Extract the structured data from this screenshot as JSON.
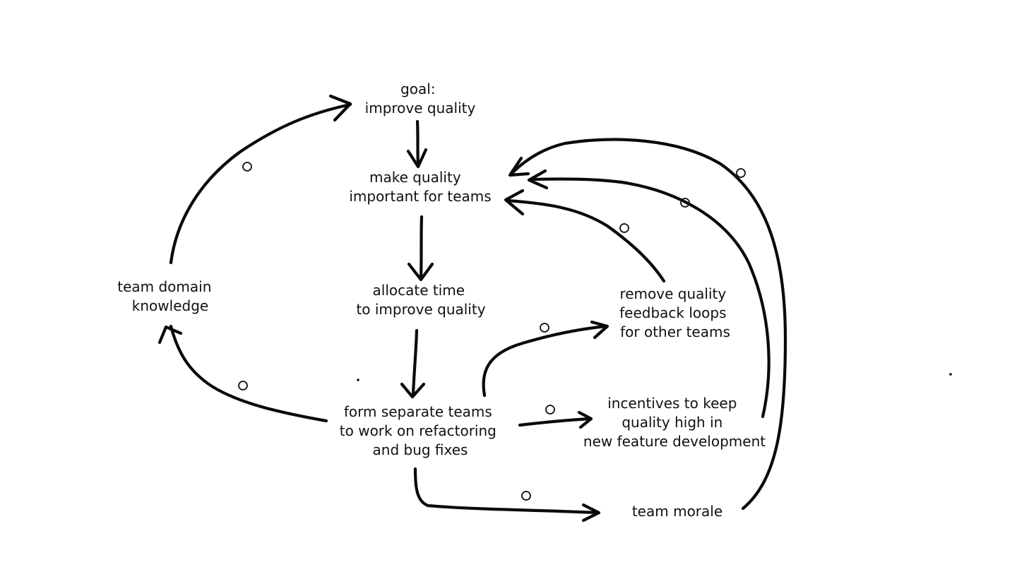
{
  "nodes": {
    "goal": {
      "lines": [
        "goal:",
        "improve quality"
      ]
    },
    "make_quality": {
      "lines": [
        "make quality",
        "important for teams"
      ]
    },
    "allocate_time": {
      "lines": [
        "allocate time",
        "to improve quality"
      ]
    },
    "form_teams": {
      "lines": [
        "form separate teams",
        "to work on refactoring",
        "and bug fixes"
      ]
    },
    "team_domain": {
      "lines": [
        "team domain",
        "knowledge"
      ]
    },
    "remove_feedback": {
      "lines": [
        "remove quality",
        "feedback loops",
        "for other teams"
      ]
    },
    "incentives": {
      "lines": [
        "incentives to keep",
        "quality high in",
        "new feature development"
      ]
    },
    "team_morale": {
      "lines": [
        "team morale"
      ]
    }
  },
  "edges": [
    {
      "id": "goal-to-make",
      "from": "goal",
      "to": "make_quality"
    },
    {
      "id": "make-to-allocate",
      "from": "make_quality",
      "to": "allocate_time"
    },
    {
      "id": "allocate-to-form",
      "from": "allocate_time",
      "to": "form_teams"
    },
    {
      "id": "form-to-domain",
      "from": "form_teams",
      "to": "team_domain",
      "polarity": "o"
    },
    {
      "id": "domain-to-goal",
      "from": "team_domain",
      "to": "goal",
      "polarity": "o"
    },
    {
      "id": "form-to-remove",
      "from": "form_teams",
      "to": "remove_feedback",
      "polarity": "o"
    },
    {
      "id": "form-to-incentives",
      "from": "form_teams",
      "to": "incentives",
      "polarity": "o"
    },
    {
      "id": "form-to-morale",
      "from": "form_teams",
      "to": "team_morale",
      "polarity": "o"
    },
    {
      "id": "remove-to-make",
      "from": "remove_feedback",
      "to": "make_quality",
      "polarity": "o"
    },
    {
      "id": "incentives-to-make",
      "from": "incentives",
      "to": "make_quality",
      "polarity": "o"
    },
    {
      "id": "morale-to-make",
      "from": "team_morale",
      "to": "make_quality",
      "polarity": "o"
    }
  ]
}
